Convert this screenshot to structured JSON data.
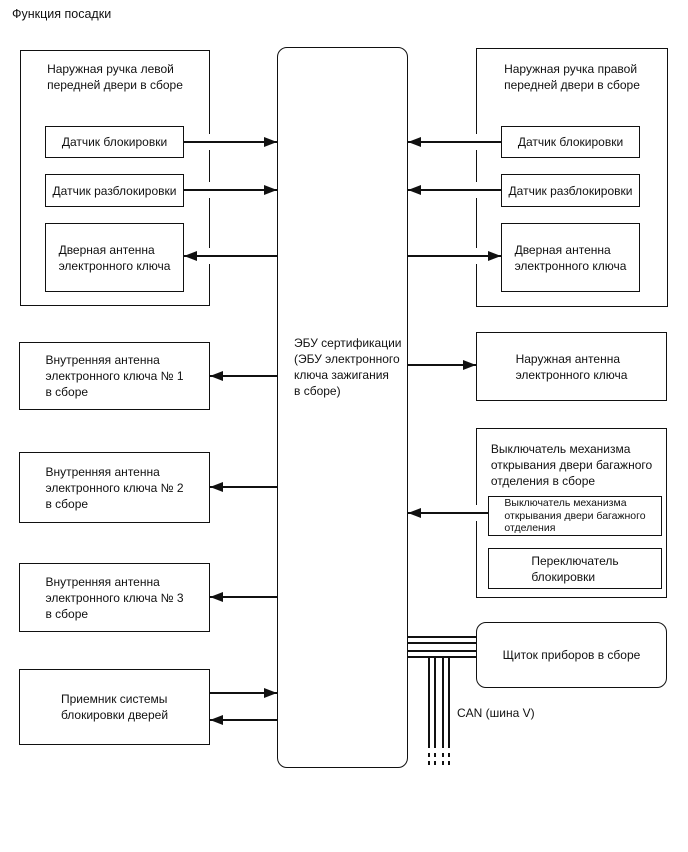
{
  "title": "Функция посадки",
  "can_bus_label": "CAN (шина V)",
  "colors": {
    "ink": "#111111",
    "background": "#ffffff"
  },
  "nodes": {
    "ecu": {
      "label": "ЭБУ сертификации\n(ЭБУ электронного\nключа зажигания\nв сборе)"
    },
    "left_front_door_handle": {
      "label": "Наружная ручка левой\nпередней двери в сборе"
    },
    "left_lock_sensor": {
      "label": "Датчик блокировки"
    },
    "left_unlock_sensor": {
      "label": "Датчик разблокировки"
    },
    "left_door_key_antenna": {
      "label": "Дверная антенна\nэлектронного ключа"
    },
    "right_front_door_handle": {
      "label": "Наружная ручка правой\nпередней двери в сборе"
    },
    "right_lock_sensor": {
      "label": "Датчик блокировки"
    },
    "right_unlock_sensor": {
      "label": "Датчик разблокировки"
    },
    "right_door_key_antenna": {
      "label": "Дверная антенна\nэлектронного ключа"
    },
    "outside_key_antenna": {
      "label": "Наружная антенна\nэлектронного ключа"
    },
    "indoor_key_antenna_1": {
      "label": "Внутренняя антенна\nэлектронного ключа № 1\nв сборе"
    },
    "indoor_key_antenna_2": {
      "label": "Внутренняя антенна\nэлектронного ключа № 2\nв сборе"
    },
    "indoor_key_antenna_3": {
      "label": "Внутренняя антенна\nэлектронного ключа № 3\nв сборе"
    },
    "luggage_door_switch_assembly": {
      "label": "Выключатель механизма\nоткрывания двери багажного\nотделения в сборе"
    },
    "luggage_door_opener_switch": {
      "label": "Выключатель механизма\nоткрывания двери багажного\nотделения"
    },
    "lock_switch": {
      "label": "Переключатель\nблокировки"
    },
    "door_lock_receiver": {
      "label": "Приемник системы\nблокировки дверей"
    },
    "instrument_cluster": {
      "label": "Щиток приборов в сборе"
    }
  }
}
